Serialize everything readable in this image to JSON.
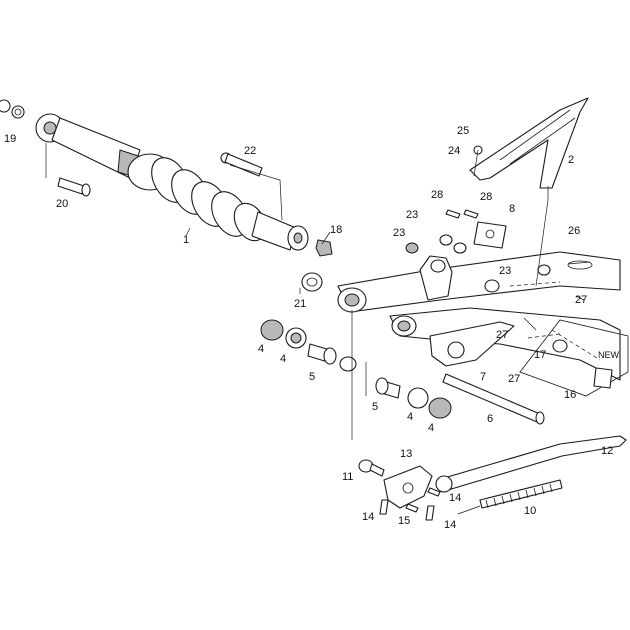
{
  "diagram": {
    "callouts": {
      "c1": "1",
      "c2": "2",
      "c4a": "4",
      "c4b": "4",
      "c4c": "4",
      "c4d": "4",
      "c5a": "5",
      "c5b": "5",
      "c6": "6",
      "c7": "7",
      "c8": "8",
      "c10": "10",
      "c11": "11",
      "c12": "12",
      "c13": "13",
      "c14a": "14",
      "c14b": "14",
      "c14c": "14",
      "c15": "15",
      "c16": "16",
      "c17": "17",
      "c18": "18",
      "c19": "19",
      "c20": "20",
      "c21": "21",
      "c22": "22",
      "c23a": "23",
      "c23b": "23",
      "c23c": "23",
      "c24": "24",
      "c25": "25",
      "c26": "26",
      "c27a": "27",
      "c27b": "27",
      "c27c": "27",
      "c28a": "28",
      "c28b": "28"
    },
    "new_tag": "NEW"
  }
}
